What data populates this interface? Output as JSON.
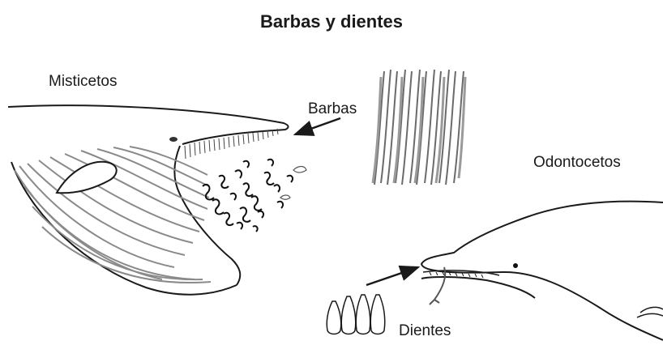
{
  "title": "Barbas y dientes",
  "labels": {
    "misticetos": "Misticetos",
    "barbas": "Barbas",
    "odontocetos": "Odontocetos",
    "dientes": "Dientes"
  },
  "colors": {
    "ink": "#1a1a1a",
    "baleen_gray": "#6b6b6b",
    "pleat_gray": "#8a8a8a"
  }
}
